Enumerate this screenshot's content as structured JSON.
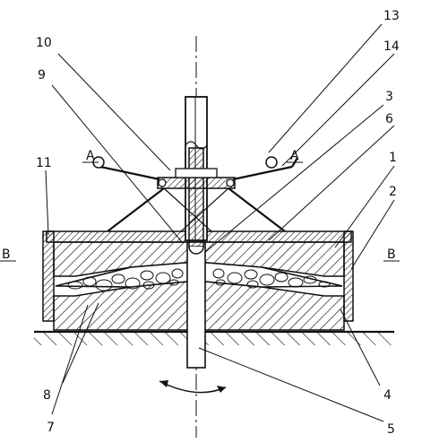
{
  "callouts": [
    "10",
    "9",
    "13",
    "14",
    "3",
    "6",
    "1",
    "2",
    "11",
    "8",
    "7",
    "4",
    "5"
  ],
  "section_marks": {
    "a_left": "A",
    "a_right": "A",
    "b_left": "B",
    "b_right": "B"
  },
  "colors": {
    "line": "#111111",
    "background": "#ffffff"
  }
}
